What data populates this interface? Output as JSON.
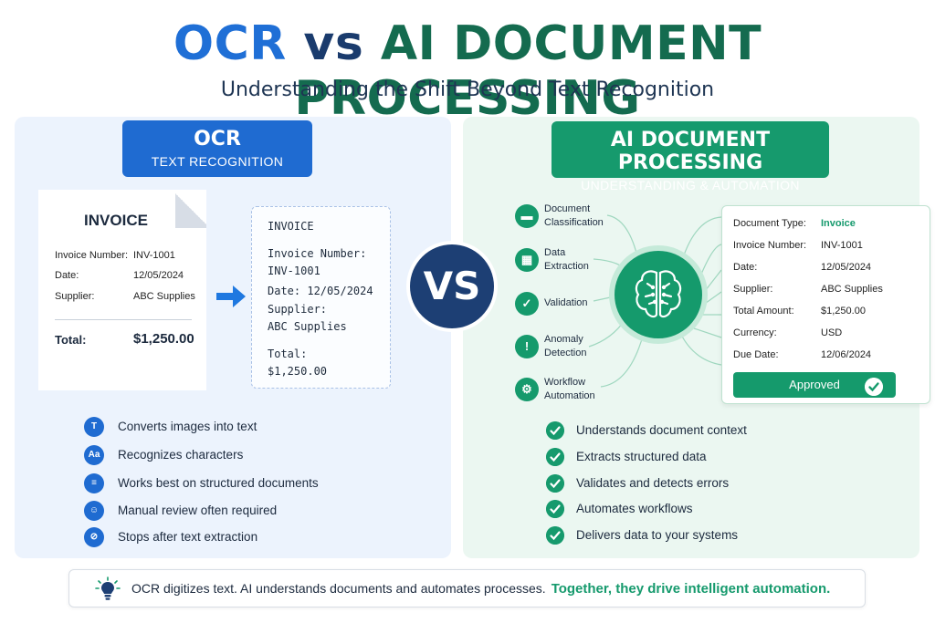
{
  "header": {
    "title_part1": "OCR",
    "title_part2": "vs",
    "title_part3": "AI DOCUMENT PROCESSING",
    "subtitle": "Understanding the Shift Beyond Text Recognition"
  },
  "left": {
    "heading": "OCR",
    "subheading": "TEXT RECOGNITION",
    "invoice": {
      "title": "INVOICE",
      "rows": [
        {
          "label": "Invoice Number:",
          "value": "INV-1001"
        },
        {
          "label": "Date:",
          "value": "12/05/2024"
        },
        {
          "label": "Supplier:",
          "value": "ABC Supplies"
        }
      ],
      "total_label": "Total:",
      "total_value": "$1,250.00"
    },
    "ocr_output": [
      "INVOICE",
      "Invoice Number:",
      "INV-1001",
      "Date: 12/05/2024",
      "Supplier:",
      "ABC Supplies",
      "Total:",
      "$1,250.00"
    ],
    "features": [
      {
        "icon": "text-scan-icon",
        "glyph": "T",
        "text": "Converts images into text"
      },
      {
        "icon": "characters-icon",
        "glyph": "Aa",
        "text": "Recognizes characters"
      },
      {
        "icon": "document-icon",
        "glyph": "≡",
        "text": "Works best on structured documents"
      },
      {
        "icon": "person-icon",
        "glyph": "☺",
        "text": "Manual review often required"
      },
      {
        "icon": "stop-icon",
        "glyph": "⊘",
        "text": "Stops after text extraction"
      }
    ]
  },
  "vs_label": "VS",
  "right": {
    "heading": "AI DOCUMENT PROCESSING",
    "subheading": "UNDERSTANDING & AUTOMATION",
    "capabilities": [
      {
        "icon": "folder-icon",
        "glyph": "▬",
        "line1": "Document",
        "line2": "Classification"
      },
      {
        "icon": "table-icon",
        "glyph": "▦",
        "line1": "Data",
        "line2": "Extraction"
      },
      {
        "icon": "shield-check-icon",
        "glyph": "✓",
        "line1": "Validation",
        "line2": ""
      },
      {
        "icon": "warning-icon",
        "glyph": "!",
        "line1": "Anomaly",
        "line2": "Detection"
      },
      {
        "icon": "gear-icon",
        "glyph": "⚙",
        "line1": "Workflow",
        "line2": "Automation"
      }
    ],
    "card": {
      "rows": [
        {
          "label": "Document Type:",
          "value": "Invoice"
        },
        {
          "label": "Invoice Number:",
          "value": "INV-1001"
        },
        {
          "label": "Date:",
          "value": "12/05/2024"
        },
        {
          "label": "Supplier:",
          "value": "ABC Supplies"
        },
        {
          "label": "Total Amount:",
          "value": "$1,250.00"
        },
        {
          "label": "Currency:",
          "value": "USD"
        },
        {
          "label": "Due Date:",
          "value": "12/06/2024"
        }
      ],
      "status": "Approved"
    },
    "features": [
      "Understands document context",
      "Extracts structured data",
      "Validates and detects errors",
      "Automates workflows",
      "Delivers data to your systems"
    ]
  },
  "footer": {
    "text": "OCR digitizes text. AI understands documents and automates processes.",
    "accent": "Together, they drive intelligent automation."
  },
  "colors": {
    "blue": "#1f6bd1",
    "navy": "#1d3f74",
    "green": "#169a6d",
    "left_panel": "#ecf3fd",
    "right_panel": "#ebf7f1"
  }
}
